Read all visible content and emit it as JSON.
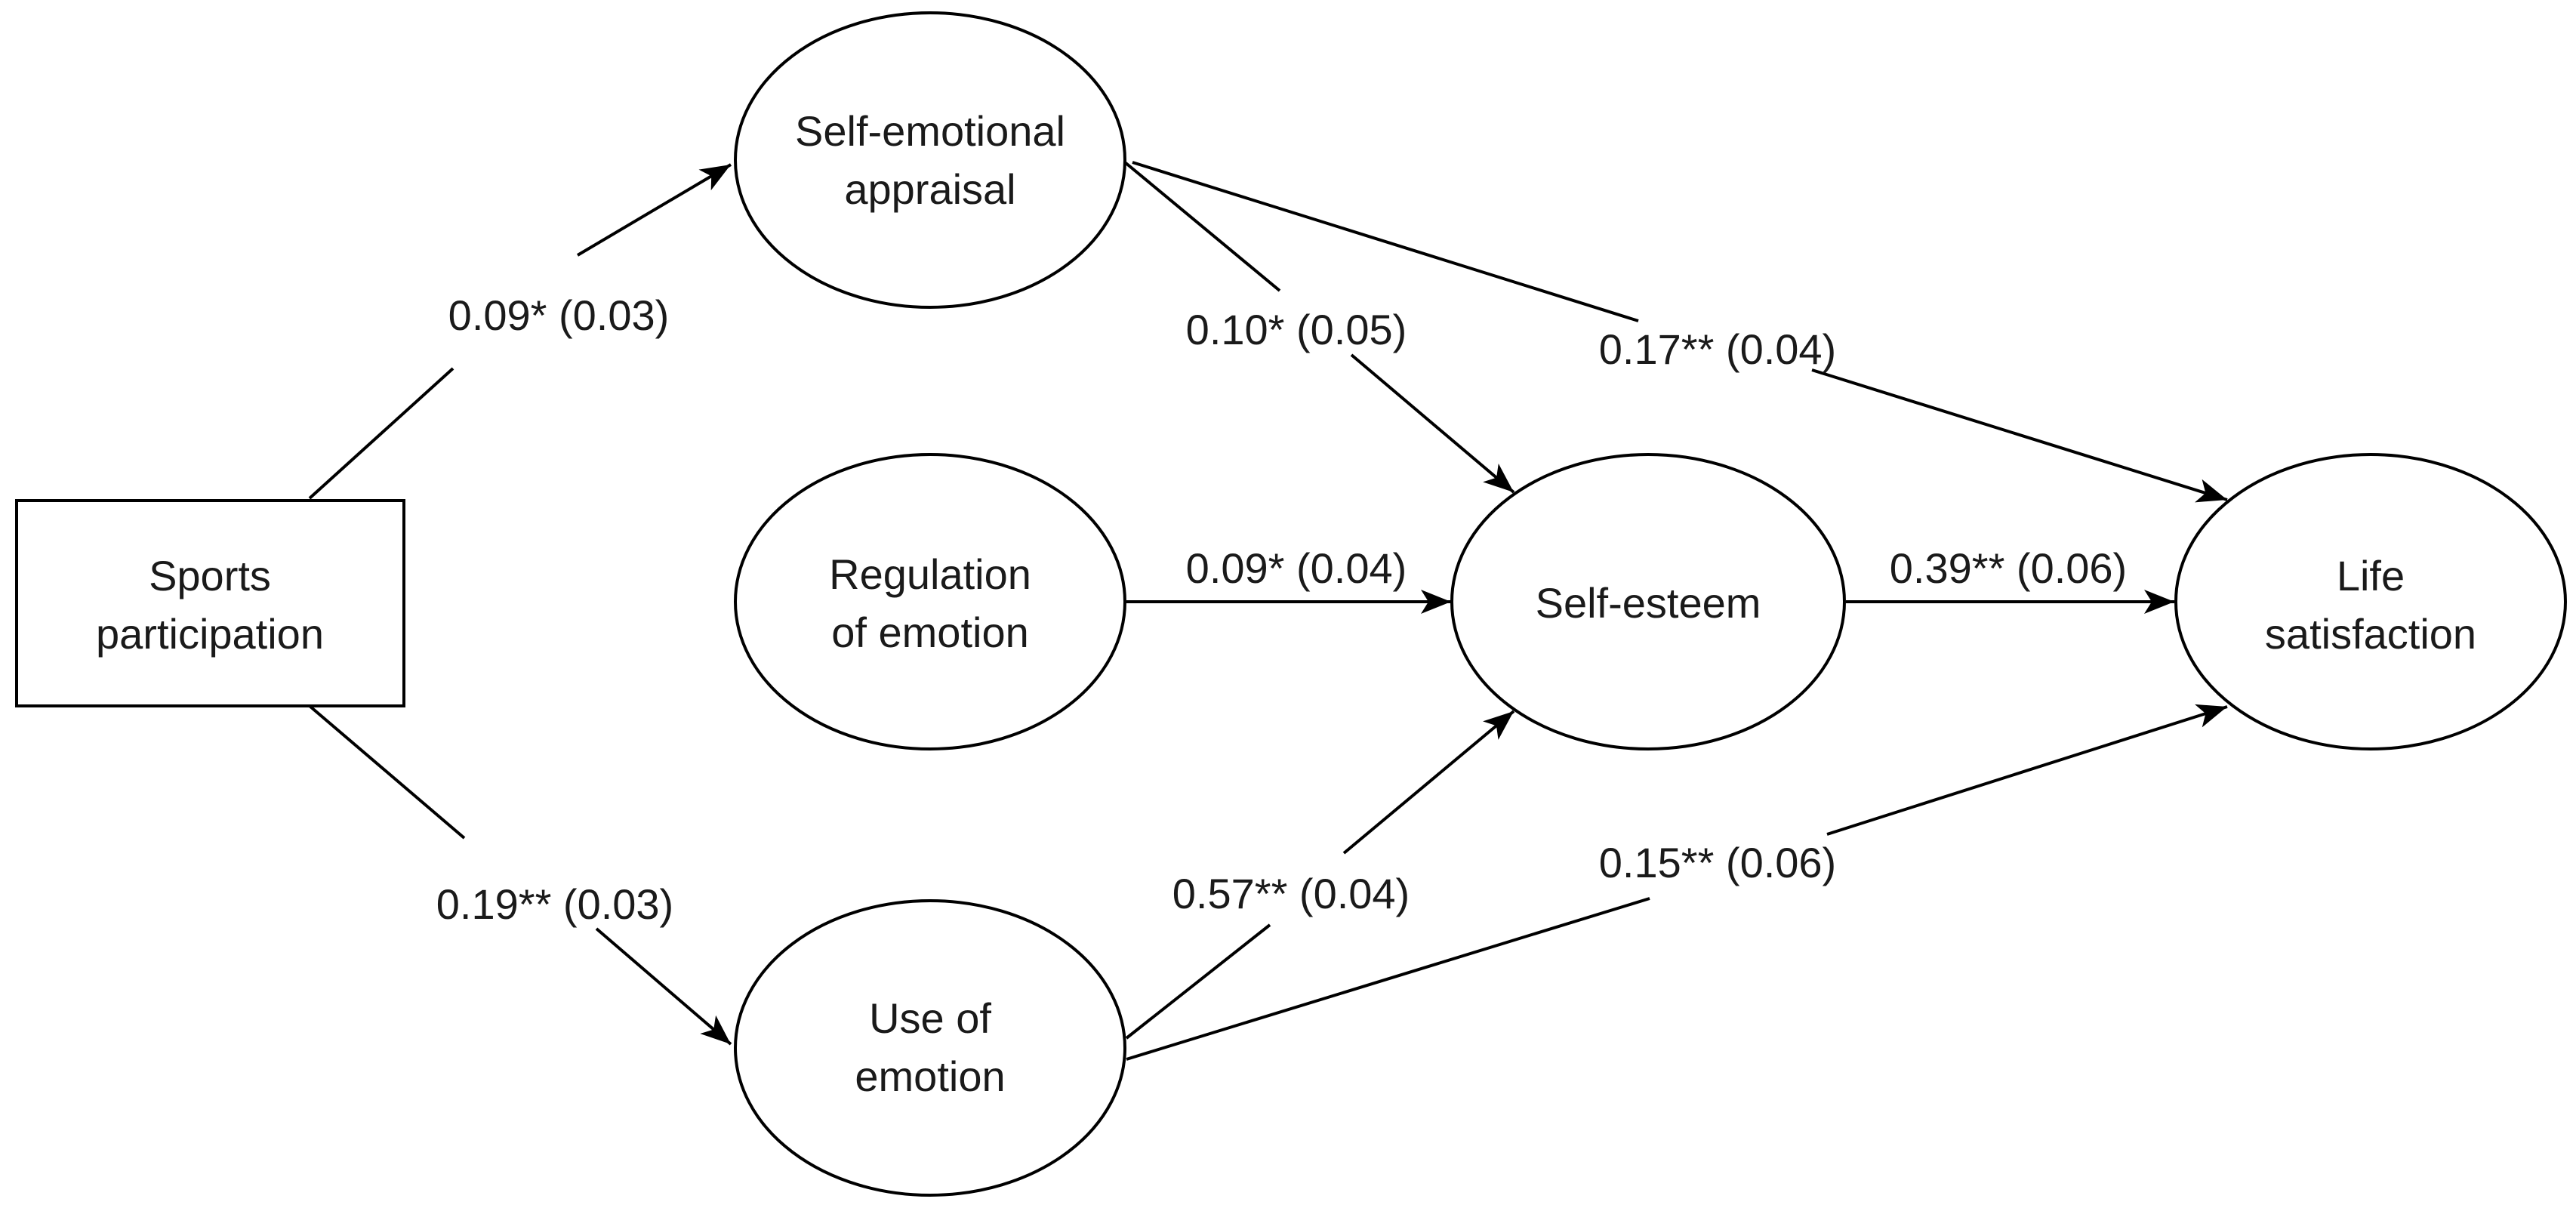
{
  "nodes": {
    "sports_participation": {
      "line1": "Sports",
      "line2": "participation"
    },
    "self_emotional_appraisal": {
      "line1": "Self-emotional",
      "line2": "appraisal"
    },
    "regulation_of_emotion": {
      "line1": "Regulation",
      "line2": "of emotion"
    },
    "use_of_emotion": {
      "line1": "Use of",
      "line2": "emotion"
    },
    "self_esteem": {
      "line1": "Self-esteem"
    },
    "life_satisfaction": {
      "line1": "Life",
      "line2": "satisfaction"
    }
  },
  "paths": {
    "sports_to_appraisal": "0.09* (0.03)",
    "sports_to_use": "0.19** (0.03)",
    "appraisal_to_esteem": "0.10* (0.05)",
    "appraisal_to_life": "0.17** (0.04)",
    "regulation_to_esteem": "0.09* (0.04)",
    "use_to_esteem": "0.57** (0.04)",
    "use_to_life": "0.15** (0.06)",
    "esteem_to_life": "0.39** (0.06)"
  }
}
